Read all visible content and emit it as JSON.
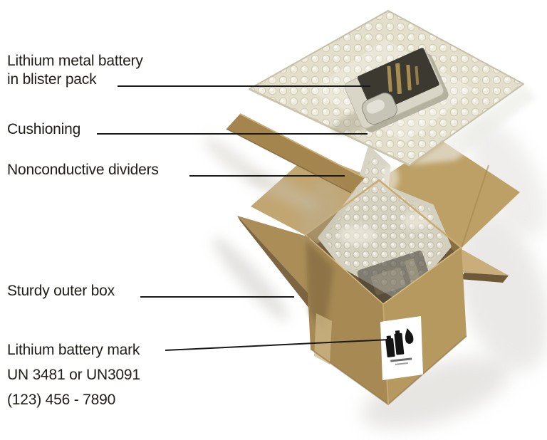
{
  "diagram": {
    "type": "exploded-packaging-diagram",
    "subject": "lithium-battery-shipping-packaging",
    "callouts": [
      {
        "target": "lithium-metal-battery-blister-pack",
        "lines": [
          "Lithium metal battery",
          "in blister pack"
        ]
      },
      {
        "target": "bubble-wrap-cushioning",
        "lines": [
          "Cushioning"
        ]
      },
      {
        "target": "nonconductive-divider",
        "lines": [
          "Nonconductive dividers"
        ]
      },
      {
        "target": "sturdy-outer-box",
        "lines": [
          "Sturdy outer box"
        ]
      },
      {
        "target": "lithium-battery-mark-label",
        "lines": [
          "Lithium battery mark",
          "UN 3481 or UN3091",
          "(123) 456 - 7890"
        ]
      }
    ],
    "palette": {
      "background": "#ffffff",
      "text": "#201d18",
      "leader_line": "#1a1a1a",
      "cardboard_light": "#c2a672",
      "cardboard_mid": "#b5995f",
      "cardboard_dark": "#a68953",
      "cardboard_shadow": "#6f5a38",
      "divider_brown": "#a5854e",
      "bubble_wrap_beige": "#e3dfcc",
      "battery_card_dark": "#3c3931",
      "battery_text_gold": "#a78d50",
      "label_white": "#ffffff",
      "mark_black": "#141414",
      "ground_shadow": "#d6d4d0"
    }
  }
}
